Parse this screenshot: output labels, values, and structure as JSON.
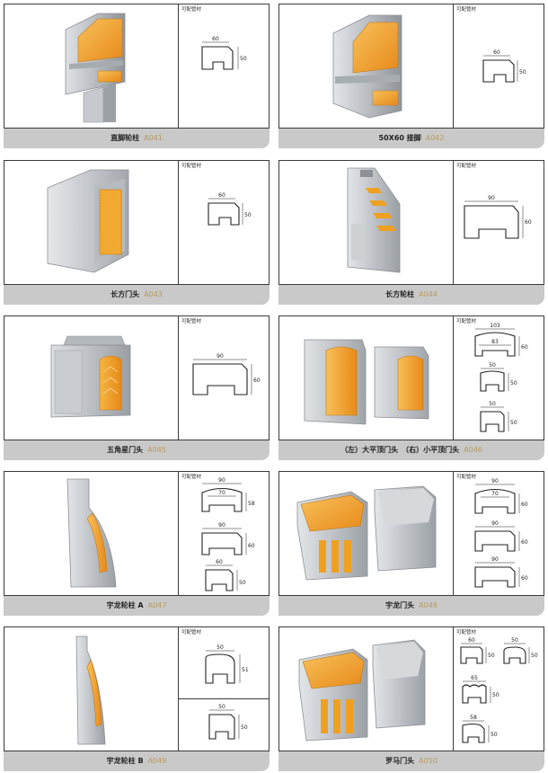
{
  "note_label": "可配管材",
  "products": [
    {
      "name": "直脚轮柱",
      "code": "A041",
      "dims": [
        {
          "w": "60",
          "h": "50"
        }
      ]
    },
    {
      "name": "50X60 接脚",
      "code": "A042",
      "dims": [
        {
          "w": "60",
          "h": "50"
        }
      ]
    },
    {
      "name": "长方门头",
      "code": "A043",
      "dims": [
        {
          "w": "60",
          "h": "50"
        }
      ]
    },
    {
      "name": "长方轮柱",
      "code": "A044",
      "dims": [
        {
          "w": "90",
          "h": "60"
        }
      ]
    },
    {
      "name": "五角星门头",
      "code": "A045",
      "dims": [
        {
          "w": "90",
          "h": "60"
        }
      ]
    },
    {
      "name": "（左）大平顶门头　（右）小平顶门头",
      "code": "A046",
      "dims": [
        {
          "w": "103",
          "w2": "83",
          "h": "60"
        },
        {
          "w": "50",
          "h": "50"
        },
        {
          "w": "50",
          "h": "50"
        }
      ]
    },
    {
      "name": "宇龙轮柱 A",
      "code": "A047",
      "dims": [
        {
          "w": "90",
          "w2": "70",
          "h": "58"
        },
        {
          "w": "90",
          "h": "60"
        },
        {
          "w": "60",
          "h": "50"
        }
      ]
    },
    {
      "name": "宇龙门头",
      "code": "A048",
      "dims": [
        {
          "w": "90",
          "w2": "70",
          "h": "60"
        },
        {
          "w": "90",
          "h": "60"
        },
        {
          "w": "90",
          "h": "60"
        }
      ]
    },
    {
      "name": "宇龙轮柱 B",
      "code": "A049",
      "dims": [
        {
          "w": "50",
          "h": "51"
        },
        {
          "w": "50",
          "h": "50"
        }
      ]
    },
    {
      "name": "罗马门头",
      "code": "A050",
      "dims": [
        {
          "w": "60",
          "h": "50"
        },
        {
          "w": "50",
          "h": "50"
        },
        {
          "w": "65",
          "h": "50"
        },
        {
          "w": "58",
          "h": "50"
        }
      ]
    }
  ],
  "colors": {
    "amber": "#f0a020",
    "steel": "#c4c8cc",
    "caption_bg": "#c9c9c9",
    "code_text": "#b89a5c"
  }
}
